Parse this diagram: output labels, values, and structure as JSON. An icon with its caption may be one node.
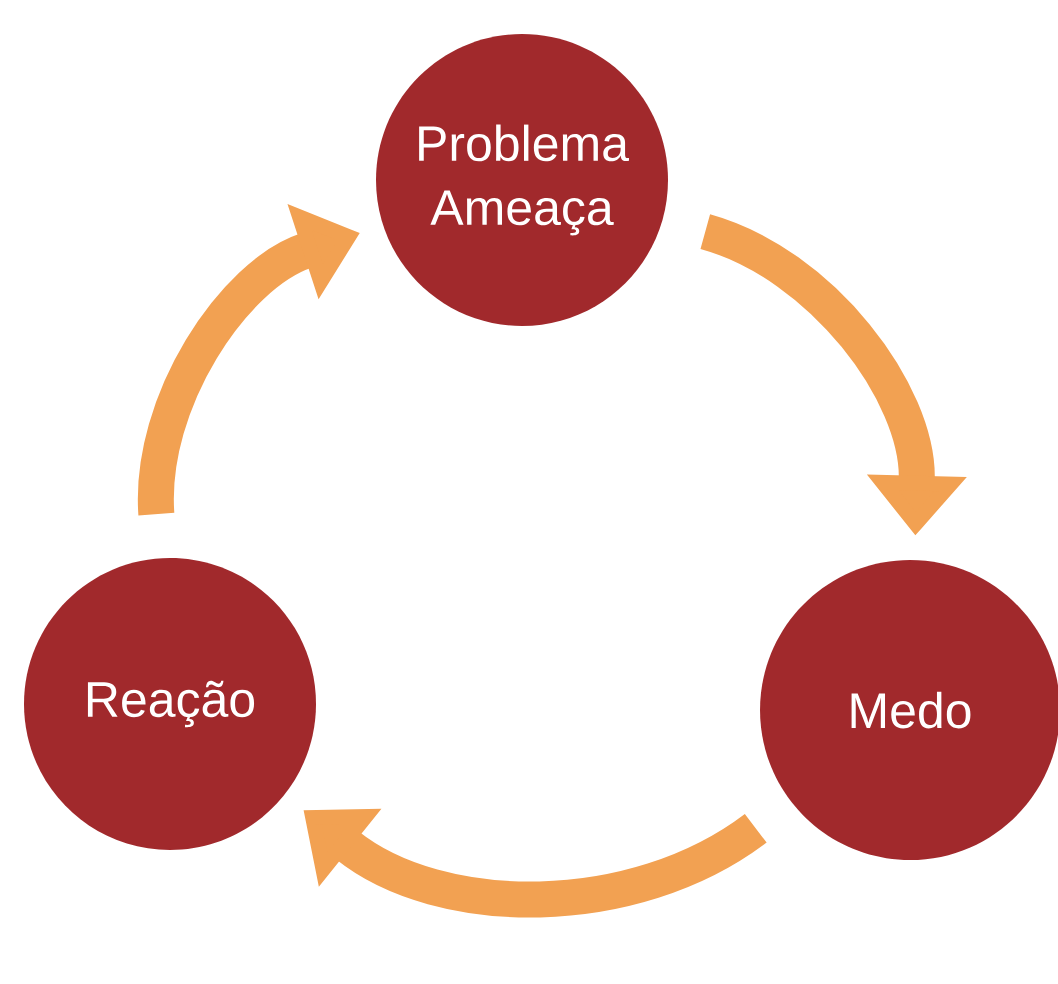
{
  "diagram": {
    "nodes": [
      {
        "text": [
          "Problema Ameaça"
        ]
      },
      {
        "text": [
          "Medo"
        ]
      },
      {
        "text": [
          "Reação"
        ]
      }
    ],
    "edges": [
      {
        "from": 0,
        "to": 1,
        "arrow": "to"
      },
      {
        "from": 1,
        "to": 2,
        "arrow": "to"
      },
      {
        "from": 2,
        "to": 0,
        "arrow": "to"
      }
    ]
  }
}
